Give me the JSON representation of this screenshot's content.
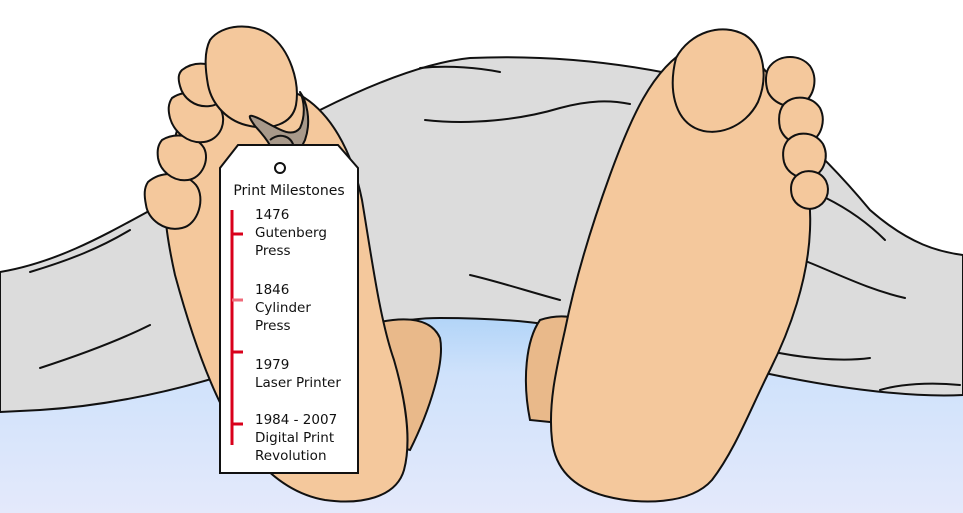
{
  "tag": {
    "title": "Print Milestones",
    "milestones": [
      {
        "year": "1476",
        "lines": [
          "Gutenberg",
          "Press"
        ]
      },
      {
        "year": "1846",
        "lines": [
          "Cylinder",
          "Press"
        ]
      },
      {
        "year": "1979",
        "lines": [
          "Laser Printer"
        ]
      },
      {
        "year": "1984 - 2007",
        "lines": [
          "Digital Print",
          "Revolution"
        ]
      }
    ]
  },
  "colors": {
    "skin": "#f4c89c",
    "skin_shadow": "#e9b98a",
    "sheet": "#dcdcdc",
    "bed_top": "#a9d0f7",
    "bed_bottom": "#e4e9fb",
    "tag_fill": "#ffffff",
    "string": "#a8998a",
    "timeline": "#d9001b",
    "timeline_light": "#ef6a7a"
  }
}
